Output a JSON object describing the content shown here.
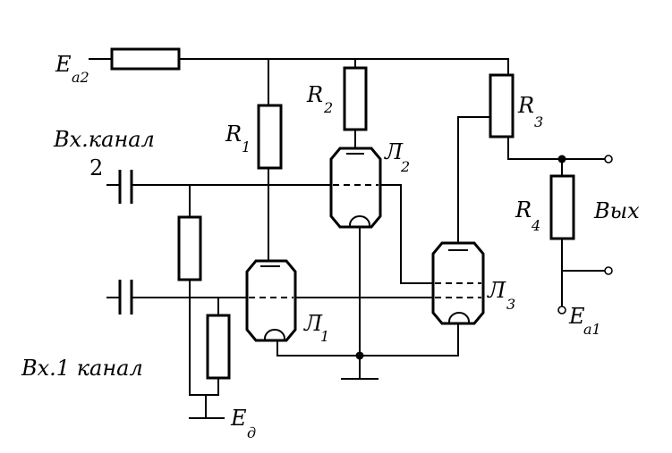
{
  "labels": {
    "ea2": {
      "main": "E",
      "sub": "a2"
    },
    "ea1": {
      "main": "E",
      "sub": "a1"
    },
    "ed": {
      "main": "E",
      "sub": "д"
    },
    "r1": {
      "main": "R",
      "sub": "1"
    },
    "r2": {
      "main": "R",
      "sub": "2"
    },
    "r3": {
      "main": "R",
      "sub": "3"
    },
    "r4": {
      "main": "R",
      "sub": "4"
    },
    "l1": {
      "main": "Л",
      "sub": "1"
    },
    "l2": {
      "main": "Л",
      "sub": "2"
    },
    "l3": {
      "main": "Л",
      "sub": "3"
    },
    "input2_line1": "Вх.канал",
    "input2_line2": "2",
    "input1": "Вх.1 канал",
    "output": "Вых"
  }
}
